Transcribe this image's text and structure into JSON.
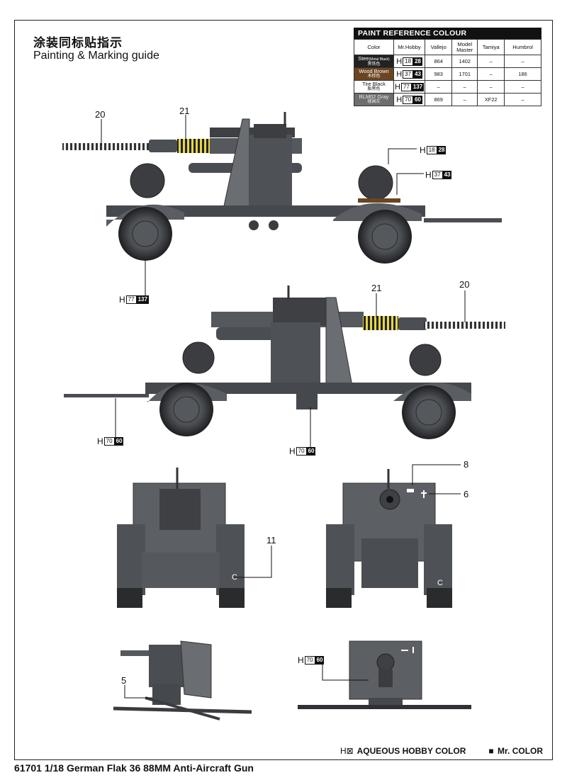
{
  "title": {
    "zh": "涂装同标贴指示",
    "en": "Painting & Marking guide"
  },
  "paint_table": {
    "heading": "PAINT  REFERENCE COLOUR",
    "columns": [
      "Color",
      "Mr.Hobby",
      "Vallejo",
      "Model Master",
      "Tamiya",
      "Humbrol"
    ],
    "rows": [
      {
        "color": "Stee",
        "color_note": "(Metal Black)",
        "color_zh": "黑铁色",
        "h1": "18",
        "h2": "28",
        "vallejo": "864",
        "model_master": "1402",
        "tamiya": "–",
        "humbrol": "–"
      },
      {
        "color": "Wood Brown",
        "color_note": "",
        "color_zh": "木棕色",
        "h1": "37",
        "h2": "43",
        "vallejo": "983",
        "model_master": "1701",
        "tamiya": "–",
        "humbrol": "186"
      },
      {
        "color": "Tire Black",
        "color_note": "",
        "color_zh": "胎黑色",
        "h1": "77",
        "h2": "137",
        "vallejo": "–",
        "model_master": "–",
        "tamiya": "–",
        "humbrol": "–"
      },
      {
        "color": "RLM02 Gray",
        "color_note": "",
        "color_zh": "德国灰",
        "h1": "70",
        "h2": "60",
        "vallejo": "869",
        "model_master": "–",
        "tamiya": "XF22",
        "humbrol": "–"
      }
    ]
  },
  "callouts": {
    "side1_barrel": "20",
    "side1_stripe": "21",
    "side2_stripe": "21",
    "side2_barrel": "20",
    "front_marking": "11",
    "rear_decal_a": "8",
    "rear_decal_b": "6",
    "base_marking": "5"
  },
  "color_labels": {
    "steel": {
      "h": "H",
      "n1": "18",
      "n2": "28"
    },
    "wood": {
      "h": "H",
      "n1": "37",
      "n2": "43"
    },
    "tire": {
      "h": "H",
      "n1": "77",
      "n2": "137"
    },
    "gray_a": {
      "h": "H",
      "n1": "70",
      "n2": "60"
    },
    "gray_b": {
      "h": "H",
      "n1": "70",
      "n2": "60"
    },
    "gray_c": {
      "h": "H",
      "n1": "70",
      "n2": "60"
    }
  },
  "legend": {
    "aqueous_symbol": "H⊠",
    "aqueous": "AQUEOUS HOBBY COLOR",
    "mr_symbol": "■",
    "mr": "Mr. COLOR"
  },
  "product": "61701 1/18 German Flak 36 88MM Anti-Aircraft Gun",
  "colors": {
    "gun_gray": "#5c5f63",
    "gun_dark": "#3b3d40",
    "tire": "#2a2b2d",
    "ink": "#111111"
  }
}
